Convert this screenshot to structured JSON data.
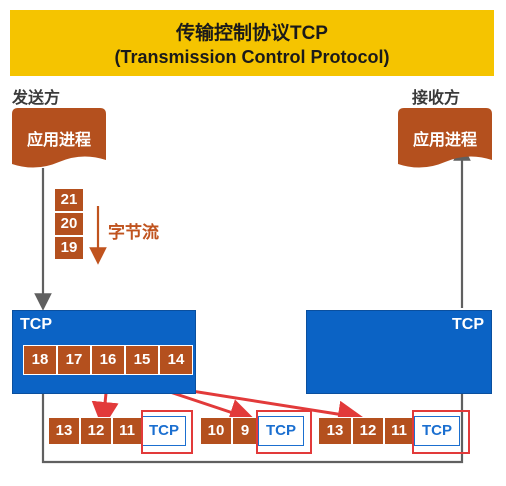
{
  "title": {
    "line1": "传输控制协议TCP",
    "line2": "(Transmission Control Protocol)"
  },
  "sender": {
    "label": "发送方",
    "app_process": "应用进程"
  },
  "receiver": {
    "label": "接收方",
    "app_process": "应用进程"
  },
  "byte_stream": {
    "label": "字节流",
    "bytes": [
      "21",
      "20",
      "19"
    ]
  },
  "sender_tcp": {
    "label": "TCP",
    "buffer": [
      "18",
      "17",
      "16",
      "15",
      "14"
    ]
  },
  "receiver_tcp": {
    "label": "TCP"
  },
  "segments": [
    {
      "bytes": [
        "13",
        "12",
        "11"
      ],
      "header": "TCP"
    },
    {
      "bytes": [
        "10",
        "9"
      ],
      "header": "TCP"
    },
    {
      "bytes": [
        "13",
        "12",
        "11"
      ],
      "header": "TCP"
    }
  ],
  "colors": {
    "banner": "#f5c400",
    "process": "#b4501e",
    "tcp_box": "#0b63c5",
    "highlight": "#e23a3a"
  }
}
